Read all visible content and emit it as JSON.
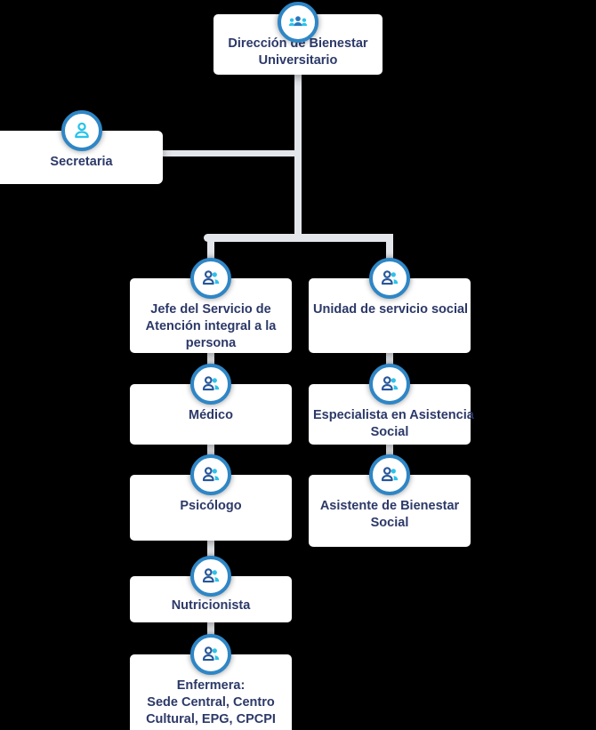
{
  "colors": {
    "background": "#000000",
    "card_bg": "#ffffff",
    "label_text": "#2c3968",
    "connector_line": "#e3e6ea",
    "icon_ring": "#2e86c6",
    "icon_navy": "#27579a",
    "icon_cyan": "#29c3ea",
    "icon_center_blue": "#2a77bd"
  },
  "nodes": [
    {
      "id": "direccion-bienestar-universitario",
      "icon": "team-icon",
      "parent": null,
      "lines": [
        "Dirección de Bienestar",
        "Universitario"
      ]
    },
    {
      "id": "secretaria",
      "icon": "person-icon",
      "parent": "direccion-bienestar-universitario",
      "lines": [
        "Secretaria"
      ]
    },
    {
      "id": "jefe-servicio-atencion-integral",
      "icon": "people-icon",
      "parent": "direccion-bienestar-universitario",
      "lines": [
        "Jefe del Servicio de",
        "Atención integral a la",
        "persona"
      ]
    },
    {
      "id": "unidad-servicio-social",
      "icon": "people-icon",
      "parent": "direccion-bienestar-universitario",
      "lines": [
        "Unidad de servicio social"
      ]
    },
    {
      "id": "medico",
      "icon": "people-icon",
      "parent": "jefe-servicio-atencion-integral",
      "lines": [
        "Médico"
      ]
    },
    {
      "id": "especialista-asistencia-social",
      "icon": "people-icon",
      "parent": "unidad-servicio-social",
      "lines": [
        "Especialista en Asistencia",
        "Social"
      ]
    },
    {
      "id": "psicologo",
      "icon": "people-icon",
      "parent": "medico",
      "lines": [
        "Psicólogo"
      ]
    },
    {
      "id": "asistente-bienestar-social",
      "icon": "people-icon",
      "parent": "especialista-asistencia-social",
      "lines": [
        "Asistente de Bienestar",
        "Social"
      ]
    },
    {
      "id": "nutricionista",
      "icon": "people-icon",
      "parent": "psicologo",
      "lines": [
        "Nutricionista"
      ]
    },
    {
      "id": "enfermera-sedes",
      "icon": "people-icon",
      "parent": "nutricionista",
      "lines": [
        "Enfermera:",
        "Sede Central, Centro",
        "Cultural, EPG, CPCPI"
      ]
    }
  ]
}
